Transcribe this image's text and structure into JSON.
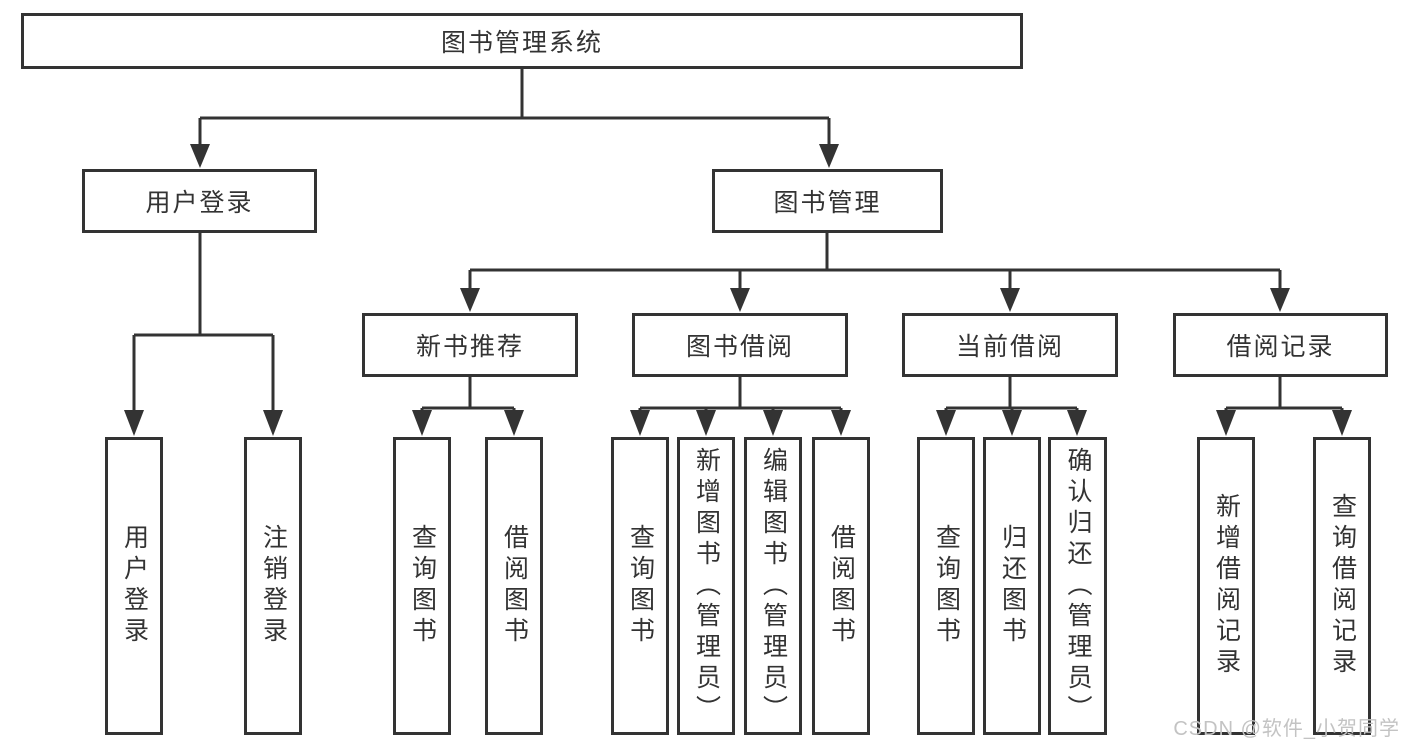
{
  "tree": {
    "label": "图书管理系统",
    "children": [
      {
        "label": "用户登录",
        "children": [
          {
            "label": "用户登录"
          },
          {
            "label": "注销登录"
          }
        ]
      },
      {
        "label": "图书管理",
        "children": [
          {
            "label": "新书推荐",
            "children": [
              {
                "label": "查询图书"
              },
              {
                "label": "借阅图书"
              }
            ]
          },
          {
            "label": "图书借阅",
            "children": [
              {
                "label": "查询图书"
              },
              {
                "label": "新增图书（管理员）"
              },
              {
                "label": "编辑图书（管理员）"
              },
              {
                "label": "借阅图书"
              }
            ]
          },
          {
            "label": "当前借阅",
            "children": [
              {
                "label": "查询图书"
              },
              {
                "label": "归还图书"
              },
              {
                "label": "确认归还（管理员）"
              }
            ]
          },
          {
            "label": "借阅记录",
            "children": [
              {
                "label": "新增借阅记录"
              },
              {
                "label": "查询借阅记录"
              }
            ]
          }
        ]
      }
    ]
  },
  "watermark": {
    "text": "CSDN @软件_小贺同学"
  },
  "colors": {
    "line": "#333333",
    "box_border": "#333333",
    "text": "#333333",
    "watermark": "#c3c3c3",
    "background": "#ffffff"
  }
}
